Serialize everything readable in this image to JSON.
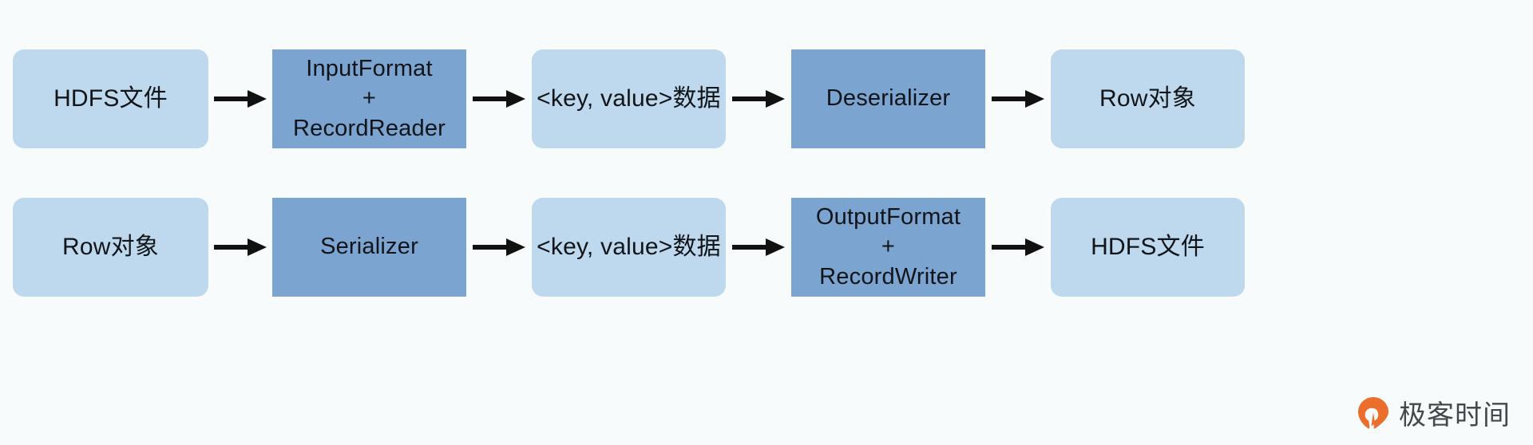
{
  "diagram": {
    "title": "Hive HDFS read and write data flow",
    "background_color": "#f7fbfb",
    "colors": {
      "data_box": "#bed9ed",
      "process_box": "#7ba4d0",
      "arrow": "#111111",
      "text": "#111418",
      "watermark_orange": "#ec6a26",
      "watermark_text": "#3f4246"
    },
    "rows": [
      {
        "name": "read-path",
        "nodes": [
          {
            "id": "hdfs-file-in",
            "label": "HDFS文件",
            "kind": "data"
          },
          {
            "id": "input-format",
            "label": "InputFormat\n+\nRecordReader",
            "kind": "process"
          },
          {
            "id": "kv-data-read",
            "label": "<key, value>数据",
            "kind": "data"
          },
          {
            "id": "deserializer",
            "label": "Deserializer",
            "kind": "process"
          },
          {
            "id": "row-object-out",
            "label": "Row对象",
            "kind": "data"
          }
        ]
      },
      {
        "name": "write-path",
        "nodes": [
          {
            "id": "row-object-in",
            "label": "Row对象",
            "kind": "data"
          },
          {
            "id": "serializer",
            "label": "Serializer",
            "kind": "process"
          },
          {
            "id": "kv-data-write",
            "label": "<key, value>数据",
            "kind": "data"
          },
          {
            "id": "output-format",
            "label": "OutputFormat\n+\nRecordWriter",
            "kind": "process"
          },
          {
            "id": "hdfs-file-out",
            "label": "HDFS文件",
            "kind": "data"
          }
        ]
      }
    ]
  },
  "watermark": {
    "text": "极客时间",
    "logo_name": "geektime-logo"
  }
}
